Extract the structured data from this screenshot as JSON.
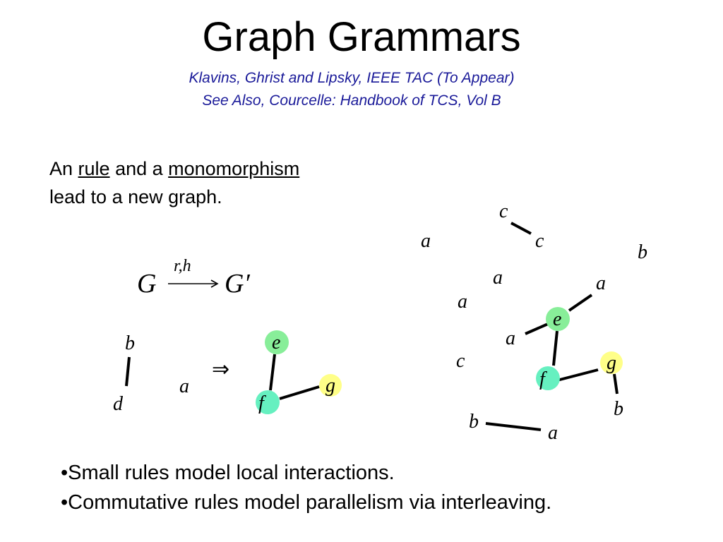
{
  "slide": {
    "title": "Graph Grammars",
    "citation_line1": "Klavins, Ghrist and Lipsky, IEEE TAC (To Appear)",
    "citation_line2": "See Also, Courcelle: Handbook of TCS, Vol B",
    "intro": {
      "prefix": "An ",
      "rule_word": "rule",
      "middle": " and a ",
      "mono_word": "monomorphism",
      "line2": "lead to a new graph."
    },
    "bullets": [
      "•Small rules model local interactions.",
      "•Commutative rules model parallelism via interleaving."
    ]
  },
  "diagram": {
    "transition": {
      "from": "G",
      "arrow_label": "r,h",
      "to": "G′"
    },
    "implies_symbol": "⇒",
    "colors": {
      "green_node": "#88ee99",
      "cyan_node": "#66f0c0",
      "yellow_node": "#ffff88",
      "edge": "#000000"
    },
    "rule_left_labels": [
      "b",
      "d",
      "a"
    ],
    "rule_right_labels": [
      "e",
      "f",
      "g"
    ],
    "big_graph_labels": [
      "c",
      "c",
      "a",
      "b",
      "a",
      "a",
      "a",
      "e",
      "a",
      "c",
      "g",
      "f",
      "b",
      "b",
      "a"
    ]
  }
}
